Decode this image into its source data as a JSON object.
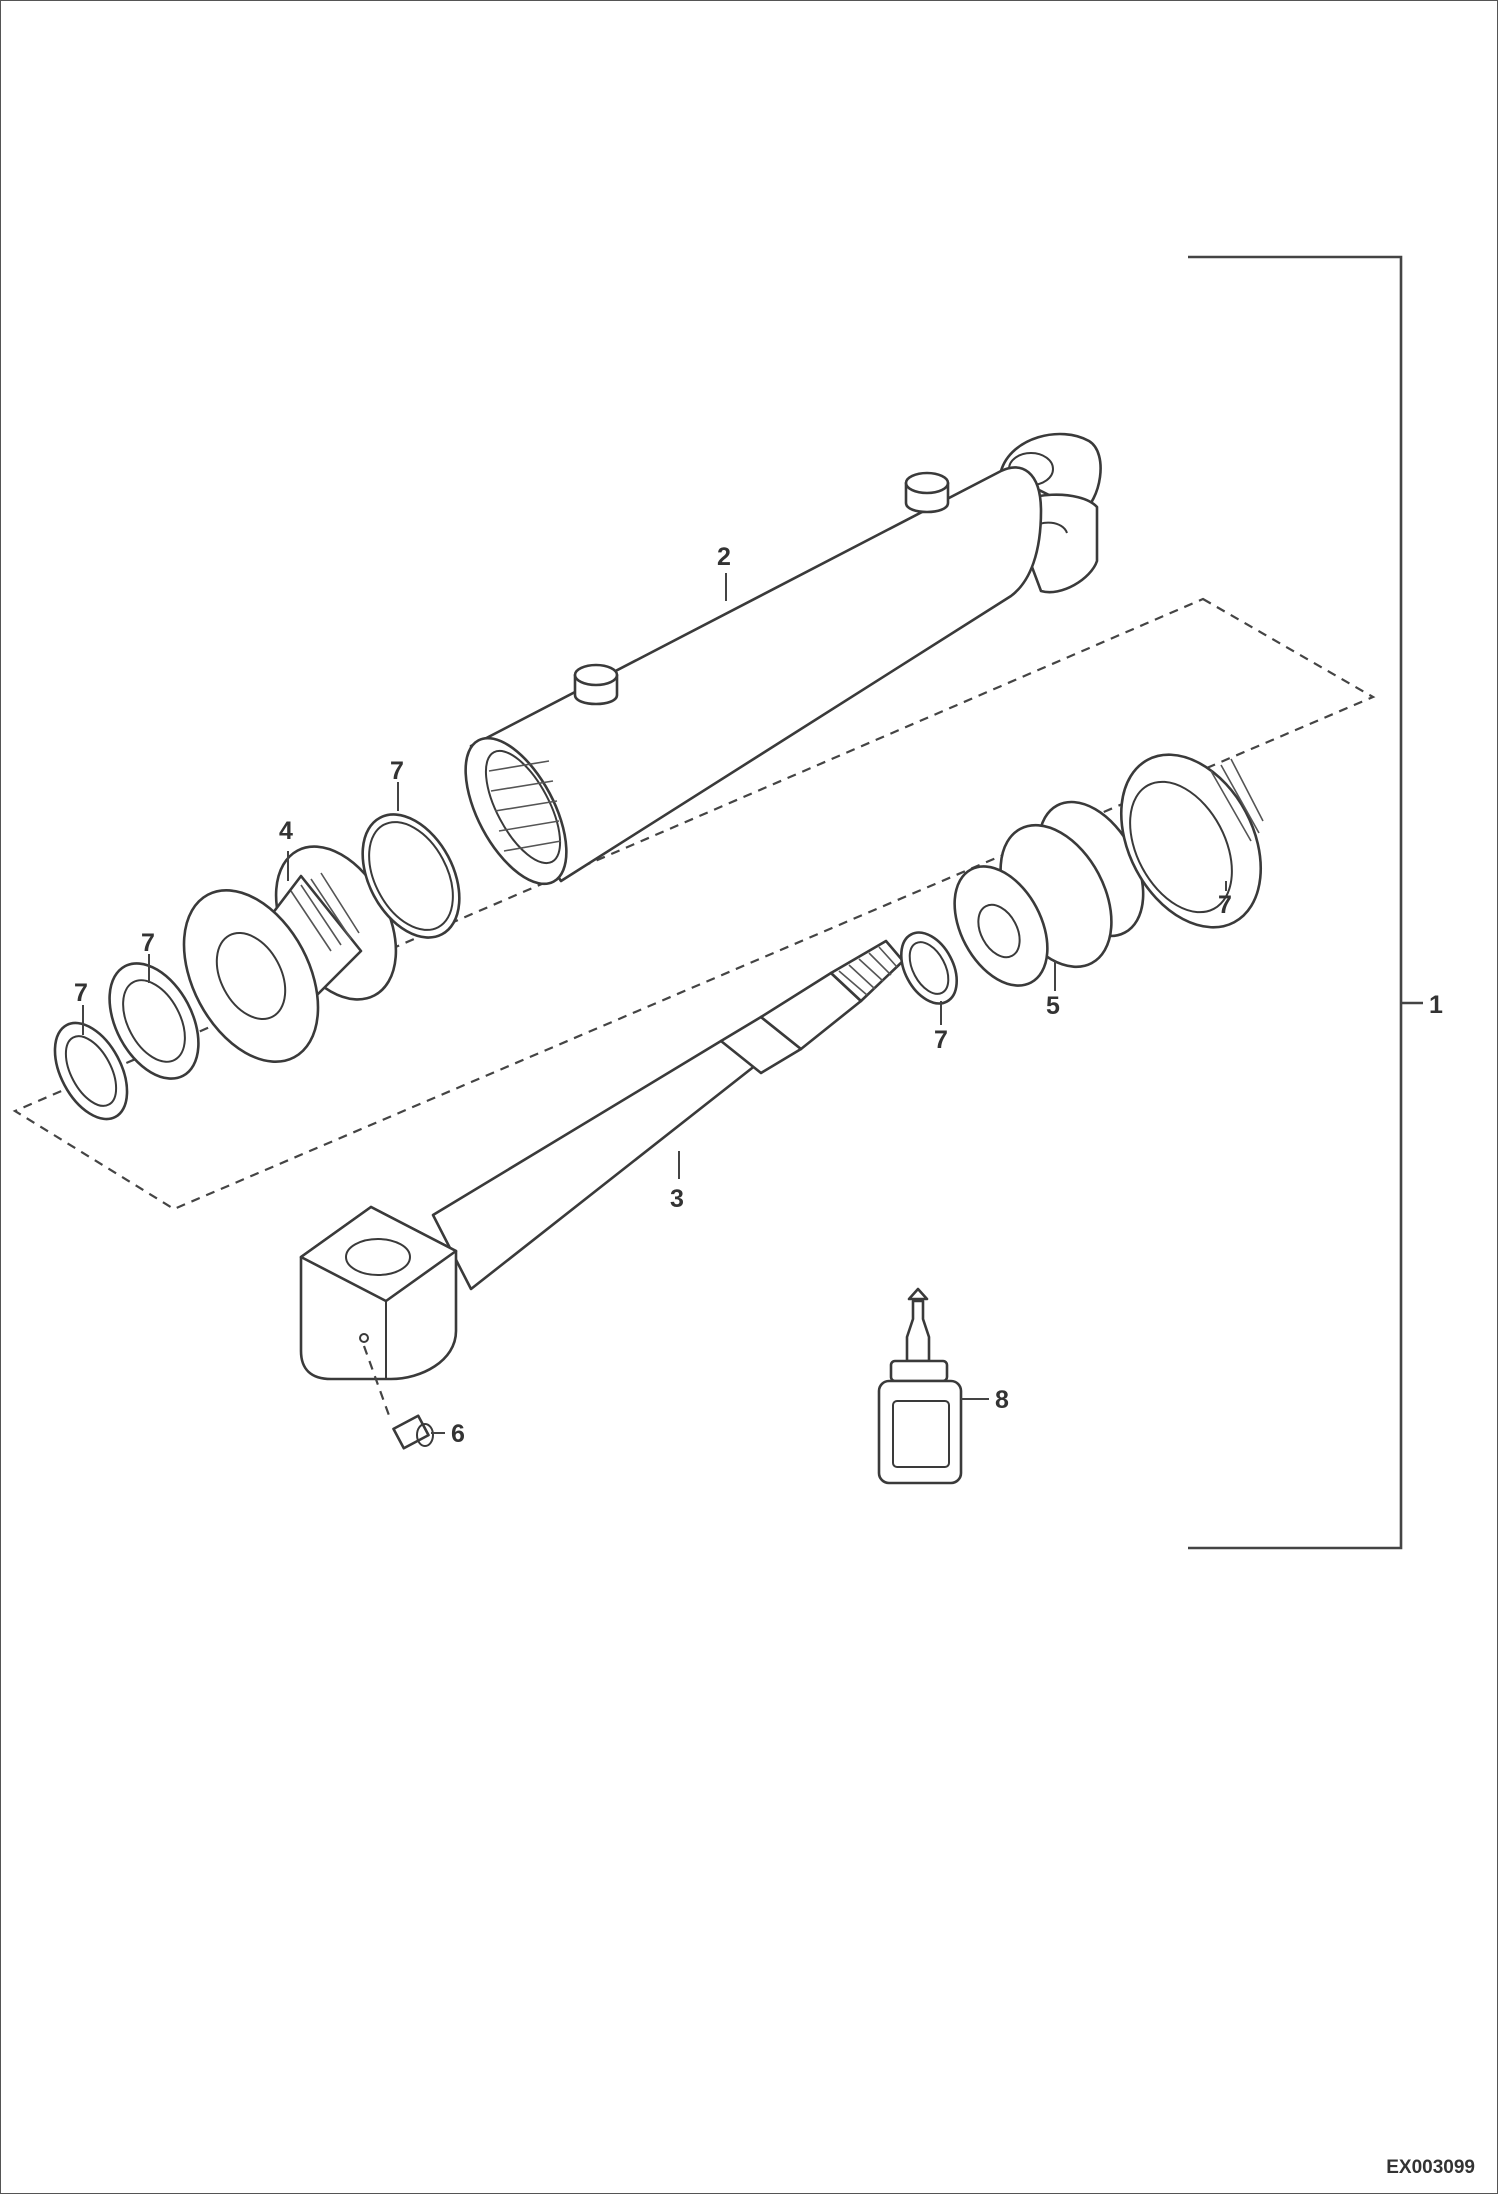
{
  "diagram": {
    "figure_id": "EX003099",
    "callouts": {
      "assembly": "1",
      "barrel": "2",
      "rod": "3",
      "head": "4",
      "piston": "5",
      "fitting": "6",
      "seal": "7",
      "compound": "8"
    },
    "parts": [
      "cylinder-assembly",
      "barrel",
      "rod",
      "head",
      "piston",
      "grease-fitting",
      "seal",
      "thread-compound"
    ]
  }
}
